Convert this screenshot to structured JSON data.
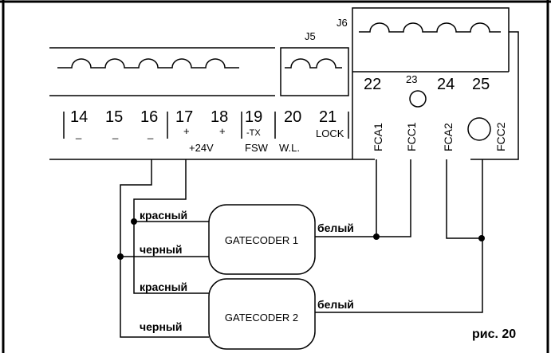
{
  "figure_caption": "рис. 20",
  "connectors": {
    "j5": "J5",
    "j6": "J6"
  },
  "terminals": {
    "t14": "14",
    "t15": "15",
    "t16": "16",
    "t17": "17",
    "t18": "18",
    "t19": "19",
    "t20": "20",
    "t21": "21",
    "t22": "22",
    "t23": "23",
    "t24": "24",
    "t25": "25"
  },
  "terminal_sublabels": {
    "minus": "_",
    "plus": "+",
    "plus24v": "+24V",
    "tx": "-TX",
    "fsw": "FSW",
    "wl": "W.L.",
    "lock": "LOCK"
  },
  "switch_labels": {
    "fca1": "FCA1",
    "fcc1": "FCC1",
    "fca2": "FCA2",
    "fcc2": "FCC2"
  },
  "encoders": [
    {
      "name": "GATECODER 1",
      "wire_red": "красный",
      "wire_black": "черный",
      "wire_white": "белый"
    },
    {
      "name": "GATECODER 2",
      "wire_red": "красный",
      "wire_black": "черный",
      "wire_white": "белый"
    }
  ]
}
